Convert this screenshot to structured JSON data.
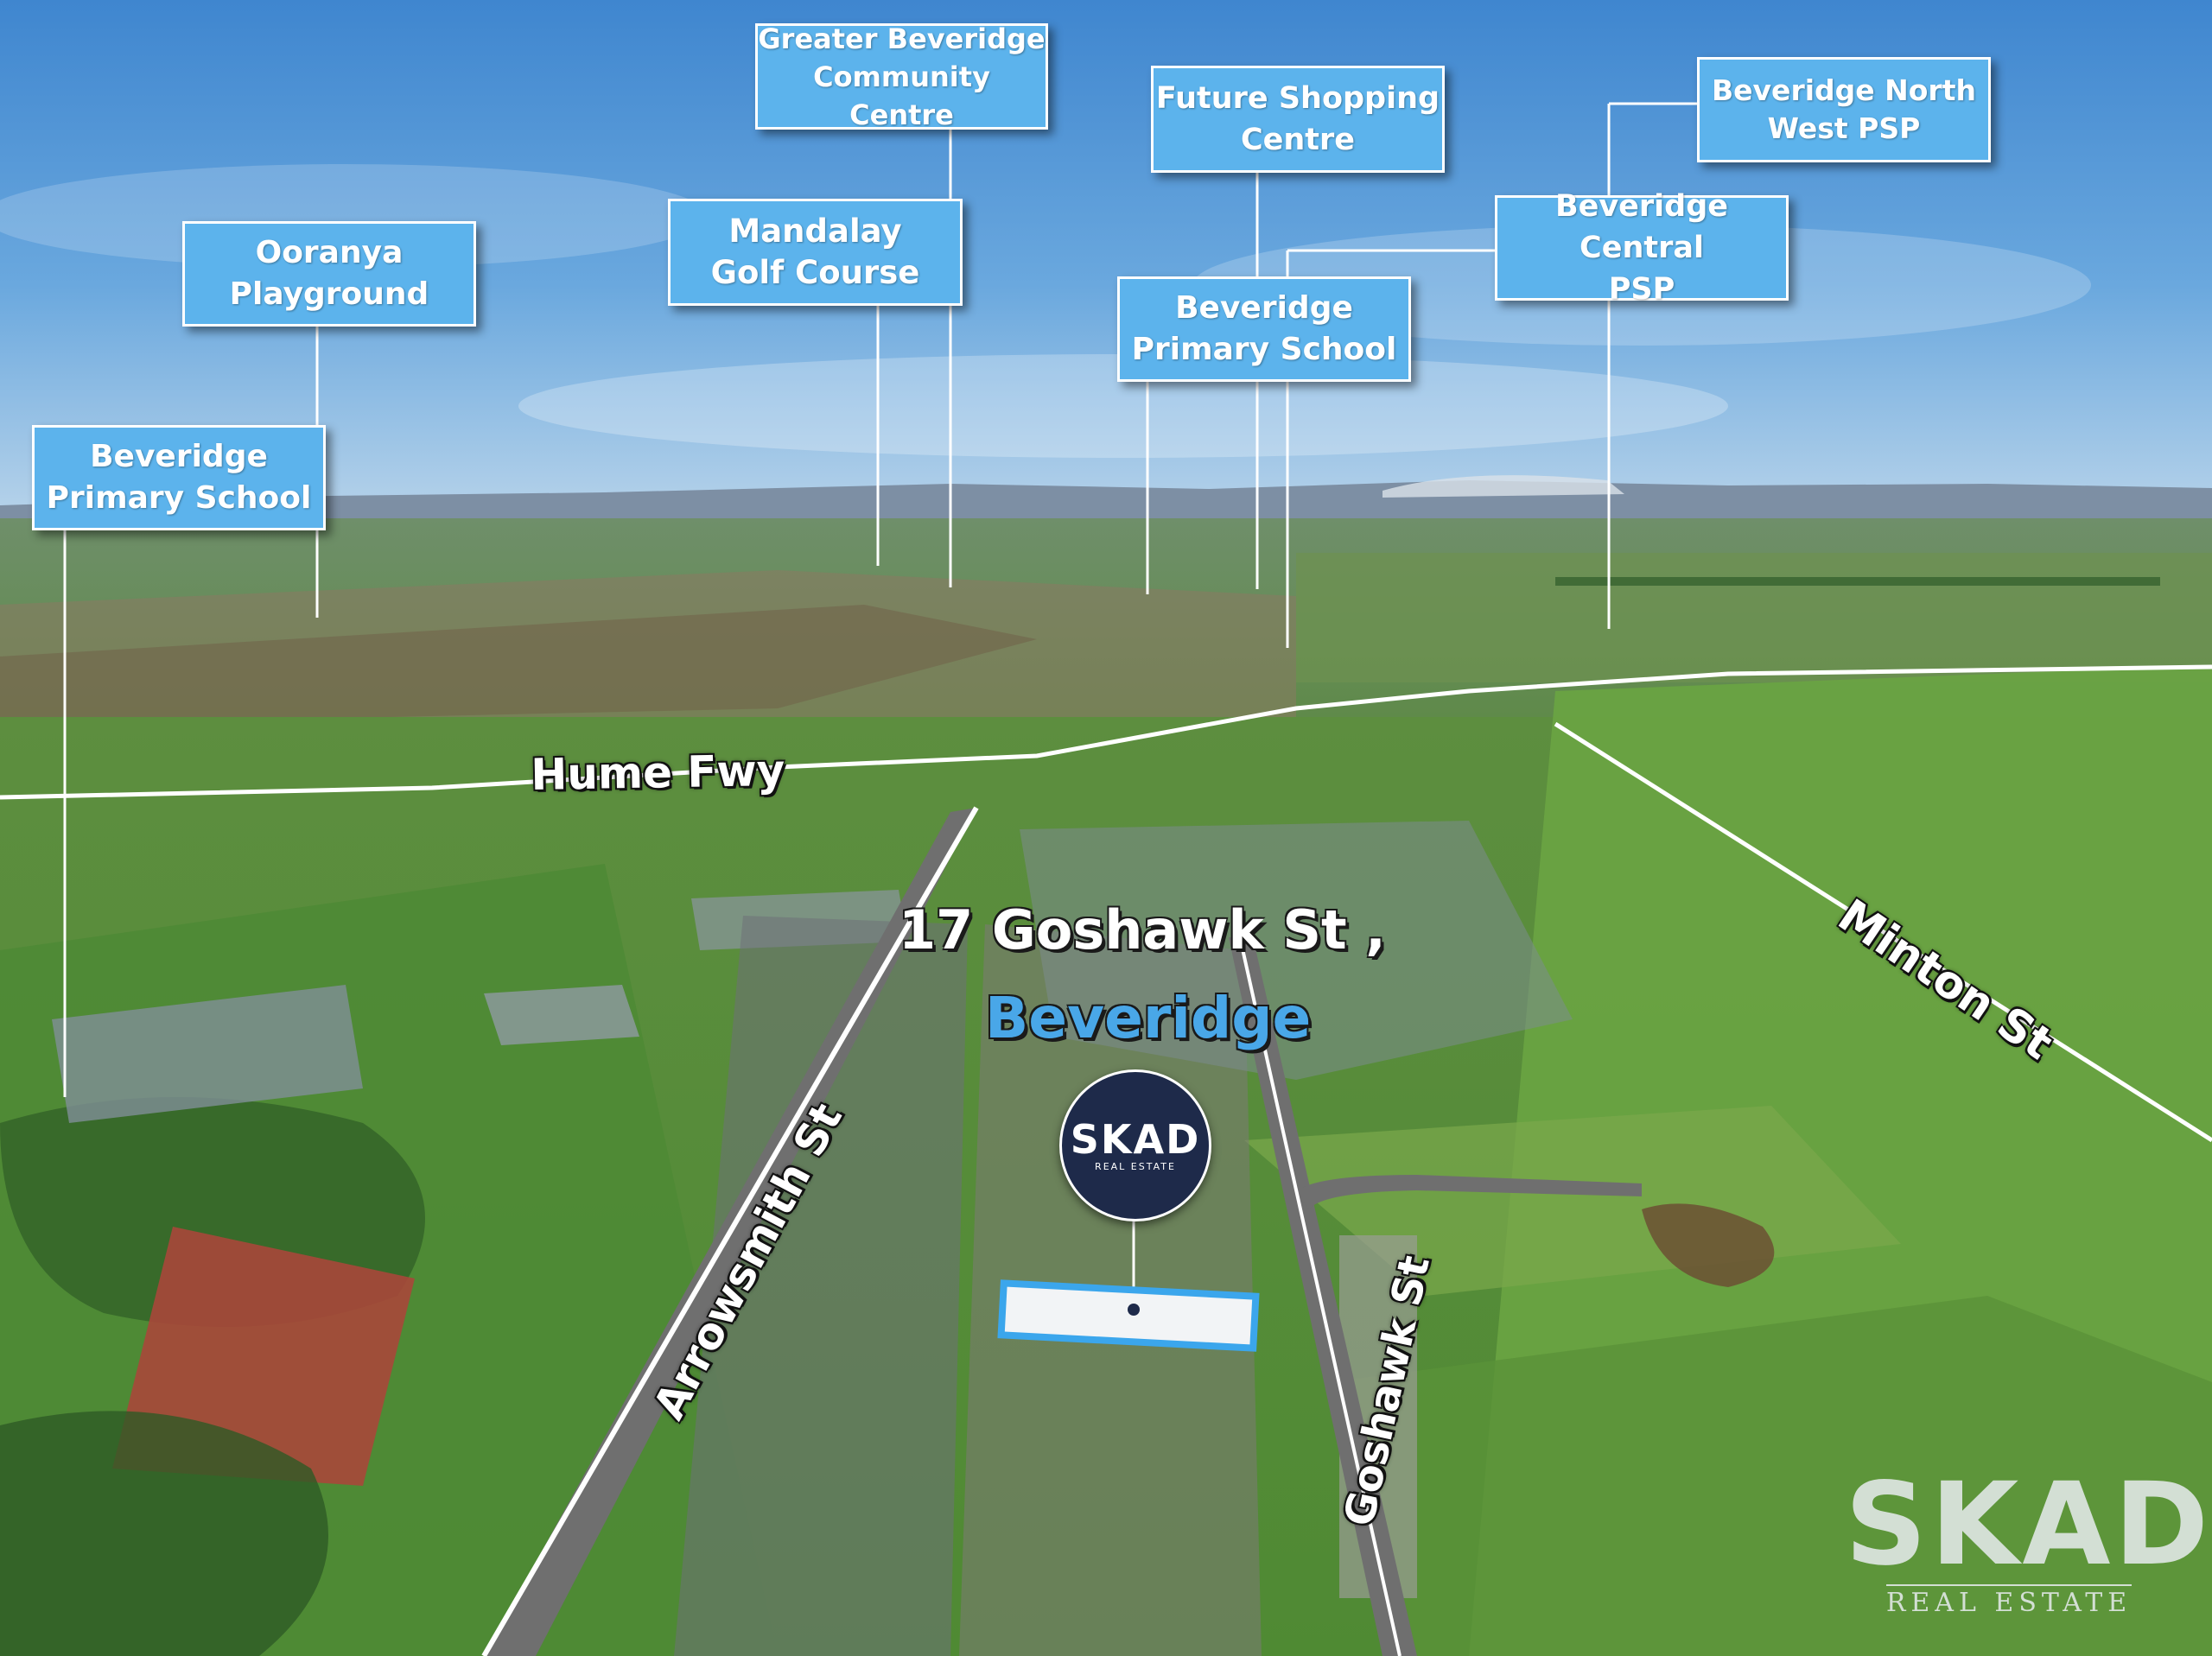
{
  "image": {
    "description_free": true
  },
  "colors": {
    "callout_fill": "#5cb3ec",
    "callout_text": "#ffffff",
    "title_address": "#ffffff",
    "title_suburb": "#49a7e8",
    "pin_fill": "#1e2a4a"
  },
  "callouts": {
    "greater_beveridge": [
      "Greater Beveridge",
      "Community Centre"
    ],
    "future_shopping": [
      "Future Shopping",
      "Centre"
    ],
    "beveridge_north_west": [
      "Beveridge North",
      "West PSP"
    ],
    "ooranya": [
      "Ooranya",
      "Playground"
    ],
    "mandalay": [
      "Mandalay",
      "Golf Course"
    ],
    "beveridge_central": [
      "Beveridge Central",
      "PSP"
    ],
    "primary_school_center": [
      "Beveridge",
      "Primary School"
    ],
    "primary_school_left": [
      "Beveridge",
      "Primary School"
    ]
  },
  "roads": {
    "hume": "Hume Fwy",
    "minton": "Minton St",
    "arrowsmith": "Arrowsmith St",
    "goshawk": "Goshawk St"
  },
  "property": {
    "address": "17 Goshawk St ,",
    "suburb": "Beveridge"
  },
  "branding": {
    "pin_brand": "SKAD",
    "pin_sub": "REAL ESTATE",
    "watermark_brand": "SKAD",
    "watermark_sub": "REAL ESTATE"
  }
}
